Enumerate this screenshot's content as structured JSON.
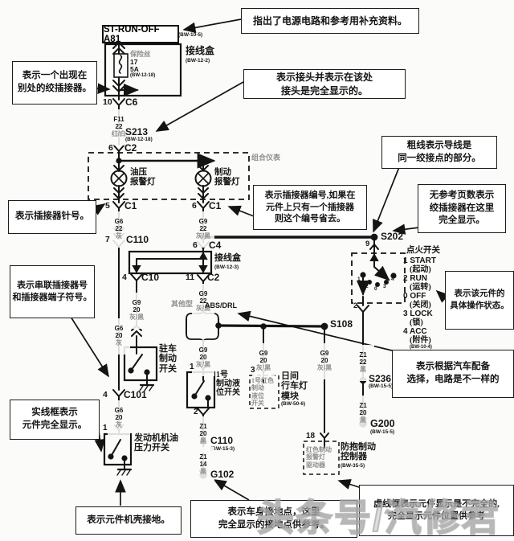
{
  "power": {
    "title": "ST-RUN-OFF A81",
    "ref": "(BW-10-5)"
  },
  "jbox_top": {
    "label": "接线盒",
    "ref": "(BW-12-2)",
    "fuse_label": "保险丝",
    "fuse_no": "17",
    "fuse_amp": "5A",
    "fuse_ref": "(BW-12-18)"
  },
  "nodes": {
    "c6_pin": "10",
    "c6": "C6",
    "s213": "S213",
    "s213_ref": "(BW-12-18)",
    "c2_pin": "6",
    "c2": "C2",
    "cluster": "组合仪表",
    "oil_lamp": "油压\n报警灯",
    "brake_lamp": "制动\n报警灯",
    "c1l_pin": "5",
    "c1l": "C1",
    "c1r_pin": "6",
    "c1r": "C1",
    "c110_pin": "7",
    "c110": "C110",
    "s202": "S202",
    "c4_pin": "6",
    "c4": "C4",
    "jbox_mid": "接线盒",
    "jbox_mid_ref": "(BW-12-3)",
    "c10_pin": "4",
    "c10": "C10",
    "c2b_pin": "11",
    "c2b": "C2",
    "c101_pin": "4",
    "c101": "C101",
    "s108": "S108",
    "c110b": "C110",
    "c110b_ref": "(BW-15-3)",
    "g102": "G102",
    "s236": "S236",
    "s236_ref": "(BW-15-5)",
    "g200": "G200",
    "g200_ref": "(BW-15-5)"
  },
  "ignition": {
    "pin_top": "9",
    "pin_bottom": "2",
    "title": "点火开关",
    "ref": "(BW-10-4)",
    "positions": [
      {
        "k": "1 START",
        "c": "(起动)"
      },
      {
        "k": "2 RUN",
        "c": "(运转)"
      },
      {
        "k": "0 OFF",
        "c": "(关闭)"
      },
      {
        "k": "3 LOCK",
        "c": "(锁)"
      },
      {
        "k": "4 ACC",
        "c": "(附件)"
      }
    ],
    "dots": [
      "1",
      "2",
      "0",
      "3",
      "4"
    ]
  },
  "components": {
    "park": "驻车\n制动\n开关",
    "oil_sw": "发动机机油\n压力开关",
    "oil_p1": "1",
    "fluid_sw": "1号\n制动液\n位开关",
    "fluid_p1": "1",
    "fluid_p2": "2",
    "drl_inner": "1号红色\n制动\n液位\n开关",
    "drl": "日间\n行车灯\n模块",
    "drl_ref": "(BW-50-6)",
    "drl_pin": "3",
    "abs_inner": "红色制动\n报警灯\n驱动器",
    "abs": "防抱制动\n控制器",
    "abs_ref": "(BW-35-5)",
    "abs_pin": "18",
    "other_type": "其他型",
    "abs_drl": "ABS/DRL"
  },
  "wires": {
    "f11": {
      "code": "F11\n22",
      "color": "红/白"
    },
    "g6a": {
      "code": "G6\n22",
      "color": "灰"
    },
    "g9a": {
      "code": "G9\n22",
      "color": "灰/黑"
    },
    "g6b": {
      "code": "G6\n20",
      "color": "灰"
    },
    "g9b": {
      "code": "G9\n22",
      "color": "灰/黑"
    },
    "g9c": {
      "code": "G9\n20",
      "color": "灰/黑"
    },
    "g9d": {
      "code": "G9\n20",
      "color": "灰/黑"
    },
    "g6c": {
      "code": "G6\n20",
      "color": "灰"
    },
    "g9e": {
      "code": "G9\n20",
      "color": "灰/黑"
    },
    "g9f": {
      "code": "G9\n20",
      "color": "灰/黑"
    },
    "z1a": {
      "code": "Z1\n22",
      "color": "黑"
    },
    "z1b": {
      "code": "Z1\n20",
      "color": "黑"
    },
    "z1c": {
      "code": "Z1\n20",
      "color": "黑"
    },
    "z1d": {
      "code": "Z1\n14",
      "color": "黑"
    }
  },
  "callouts": {
    "c1": "指出了电源电路和参考用补充资料。",
    "c2": "表示接头并表示在该处\n接头是完全显示的。",
    "c3": "表示一个出现在\n别处的绞插接器。",
    "c4": "表示插接器编号,如果在\n元件上只有一个插接器\n则这个编号省去。",
    "c5": "粗线表示导线是\n同一绞接点的部分。",
    "c6": "无参考页数表示\n绞插接器在这里\n完全显示。",
    "c7": "表示插接器针号。",
    "c8": "表示串联插接器号\n和插接器端子符号。",
    "c9": "表示该元件的\n具体操作状态。",
    "c10": "表示根据汽车配备\n选择，电路是不一样的",
    "c11": "实线框表示\n元件完全显示。",
    "c12": "表示元件机壳接地。",
    "c13": "表示车身接地点，这里\n完全显示的接地点供参考。",
    "c14": "虚线框表示元件显示是不完全的,\n完全显示元件位置供参考"
  },
  "watermark": "头条号/汽修君"
}
